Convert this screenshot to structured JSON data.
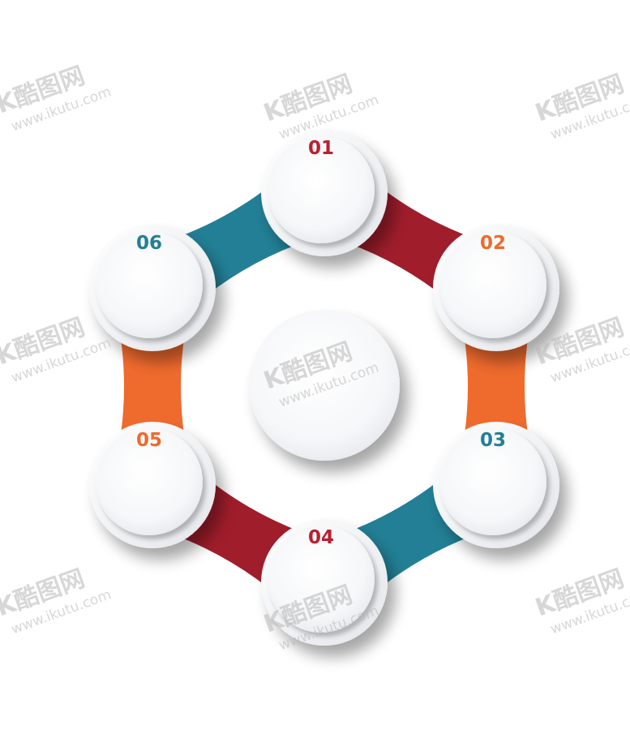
{
  "diagram": {
    "center_label": "",
    "nodes": [
      {
        "id": "01",
        "label": "01",
        "color": "#b8202f"
      },
      {
        "id": "02",
        "label": "02",
        "color": "#ef6a2d"
      },
      {
        "id": "03",
        "label": "03",
        "color": "#227f95"
      },
      {
        "id": "04",
        "label": "04",
        "color": "#b8202f"
      },
      {
        "id": "05",
        "label": "05",
        "color": "#ef6a2d"
      },
      {
        "id": "06",
        "label": "06",
        "color": "#227f95"
      }
    ],
    "connectors": [
      {
        "from": "06",
        "to": "01",
        "color": "#227f95"
      },
      {
        "from": "01",
        "to": "02",
        "color": "#a01d2b"
      },
      {
        "from": "02",
        "to": "03",
        "color": "#ef6a2d"
      },
      {
        "from": "03",
        "to": "04",
        "color": "#227f95"
      },
      {
        "from": "04",
        "to": "05",
        "color": "#a01d2b"
      },
      {
        "from": "05",
        "to": "06",
        "color": "#ef6a2d"
      }
    ]
  },
  "watermark": {
    "logo": "K酷图网",
    "url": "www.ikutu.com"
  }
}
